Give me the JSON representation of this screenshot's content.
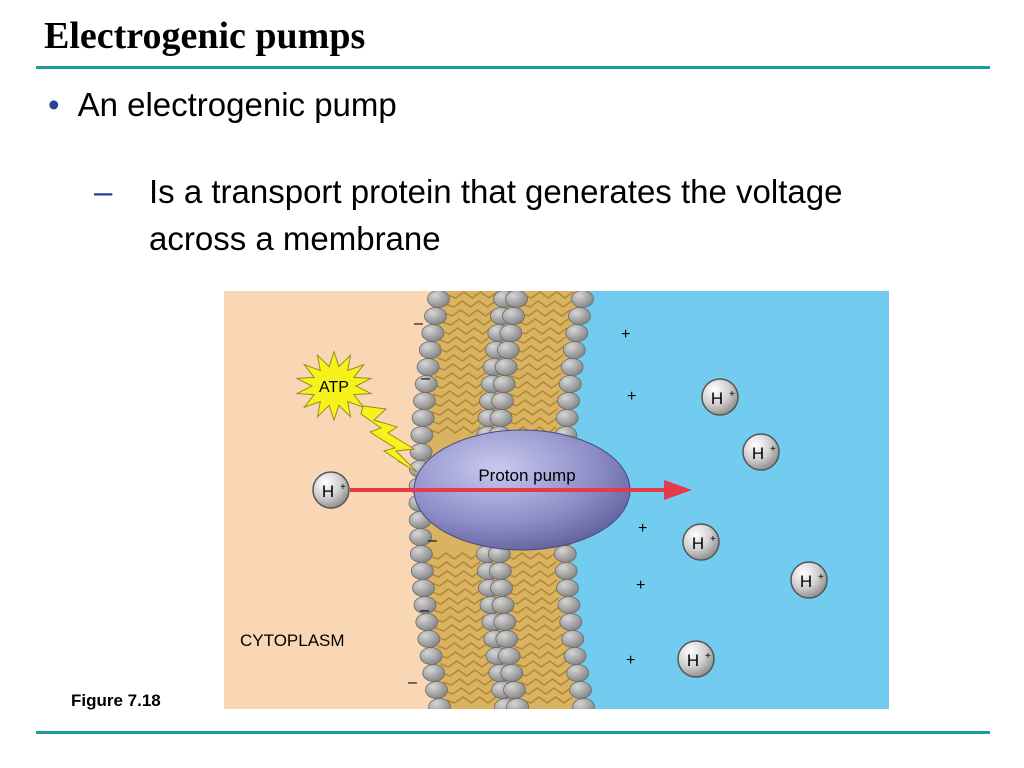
{
  "slide": {
    "title": "Electrogenic pumps",
    "bullet": "An electrogenic pump",
    "bullet_marker": "•",
    "sub_marker": "–",
    "sub_bullet": "Is a transport protein that generates the voltage across a membrane",
    "caption": "Figure 7.18"
  },
  "figure": {
    "atp_label": "ATP",
    "pump_label": "Proton pump",
    "cytoplasm_label": "CYTOPLASM",
    "ion_label": "H",
    "ion_charge": "+",
    "minus_sign": "–",
    "plus_sign": "+",
    "colors": {
      "cytoplasm": "#fad7b4",
      "exterior": "#72ccf0",
      "tails": "#d9b35f",
      "heads": "#9a9a9a",
      "pump": "#8f8fc9",
      "arrow": "#e8394a",
      "atp_burst": "#f7f21b",
      "accent_rule": "#1b9aa5",
      "bullet_marker": "#2c3f9a"
    }
  }
}
